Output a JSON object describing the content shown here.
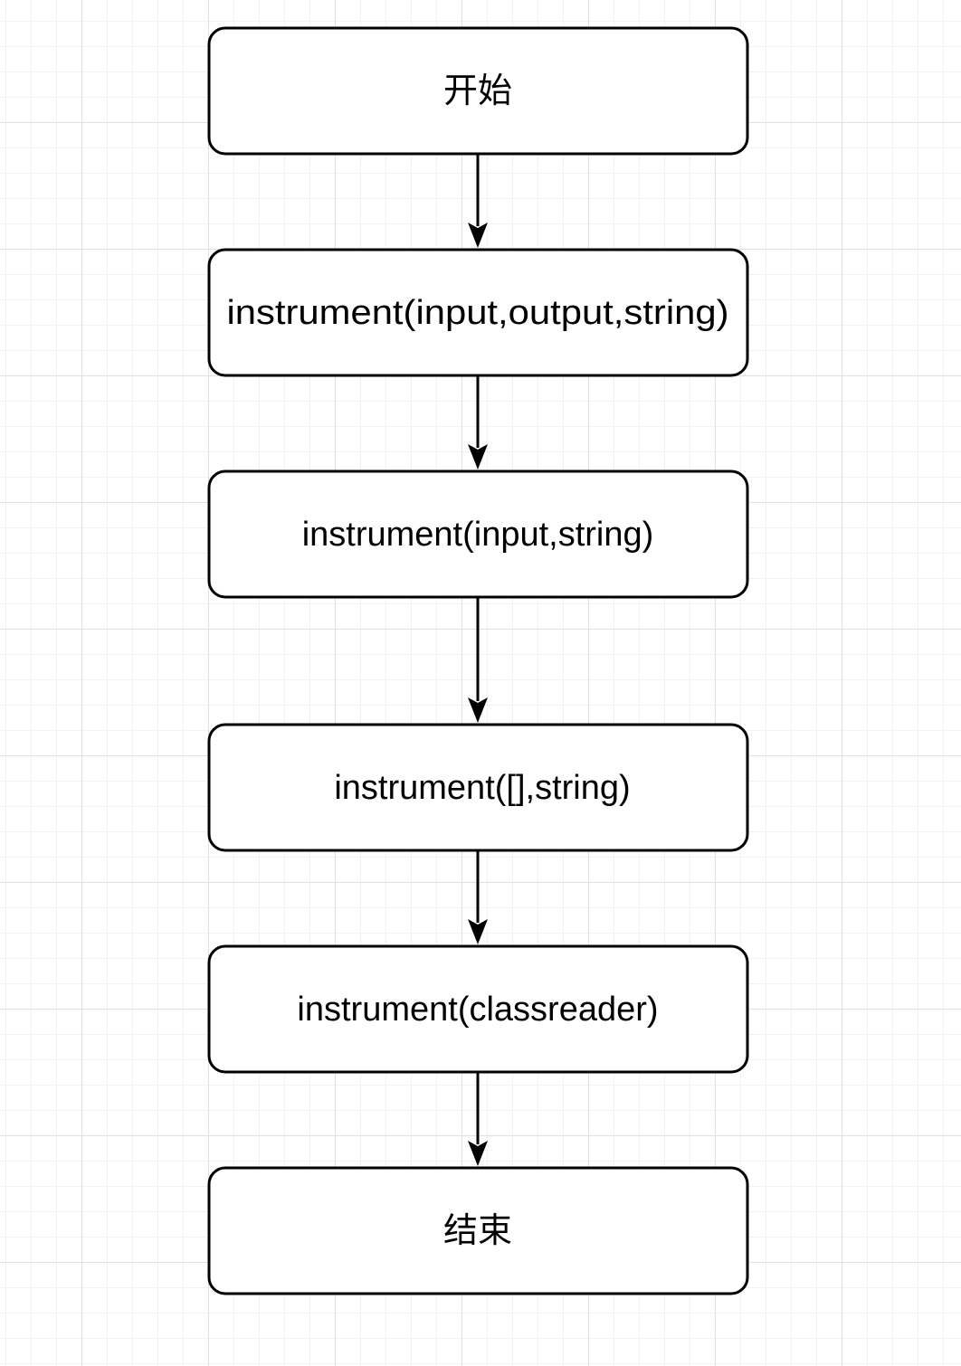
{
  "diagram": {
    "nodes": [
      {
        "id": "start",
        "label": "开始"
      },
      {
        "id": "step-1",
        "label": "instrument(input,output,string)"
      },
      {
        "id": "step-2",
        "label": "instrument(input,string)"
      },
      {
        "id": "step-3",
        "label": "instrument([],string)"
      },
      {
        "id": "step-4",
        "label": "instrument(classreader)"
      },
      {
        "id": "end",
        "label": "结束"
      }
    ],
    "edges": [
      {
        "from": "start",
        "to": "step-1"
      },
      {
        "from": "step-1",
        "to": "step-2"
      },
      {
        "from": "step-2",
        "to": "step-3"
      },
      {
        "from": "step-3",
        "to": "step-4"
      },
      {
        "from": "step-4",
        "to": "end"
      }
    ],
    "colors": {
      "stroke": "#000000",
      "fill": "#ffffff",
      "grid": "#e0e0e0"
    }
  }
}
